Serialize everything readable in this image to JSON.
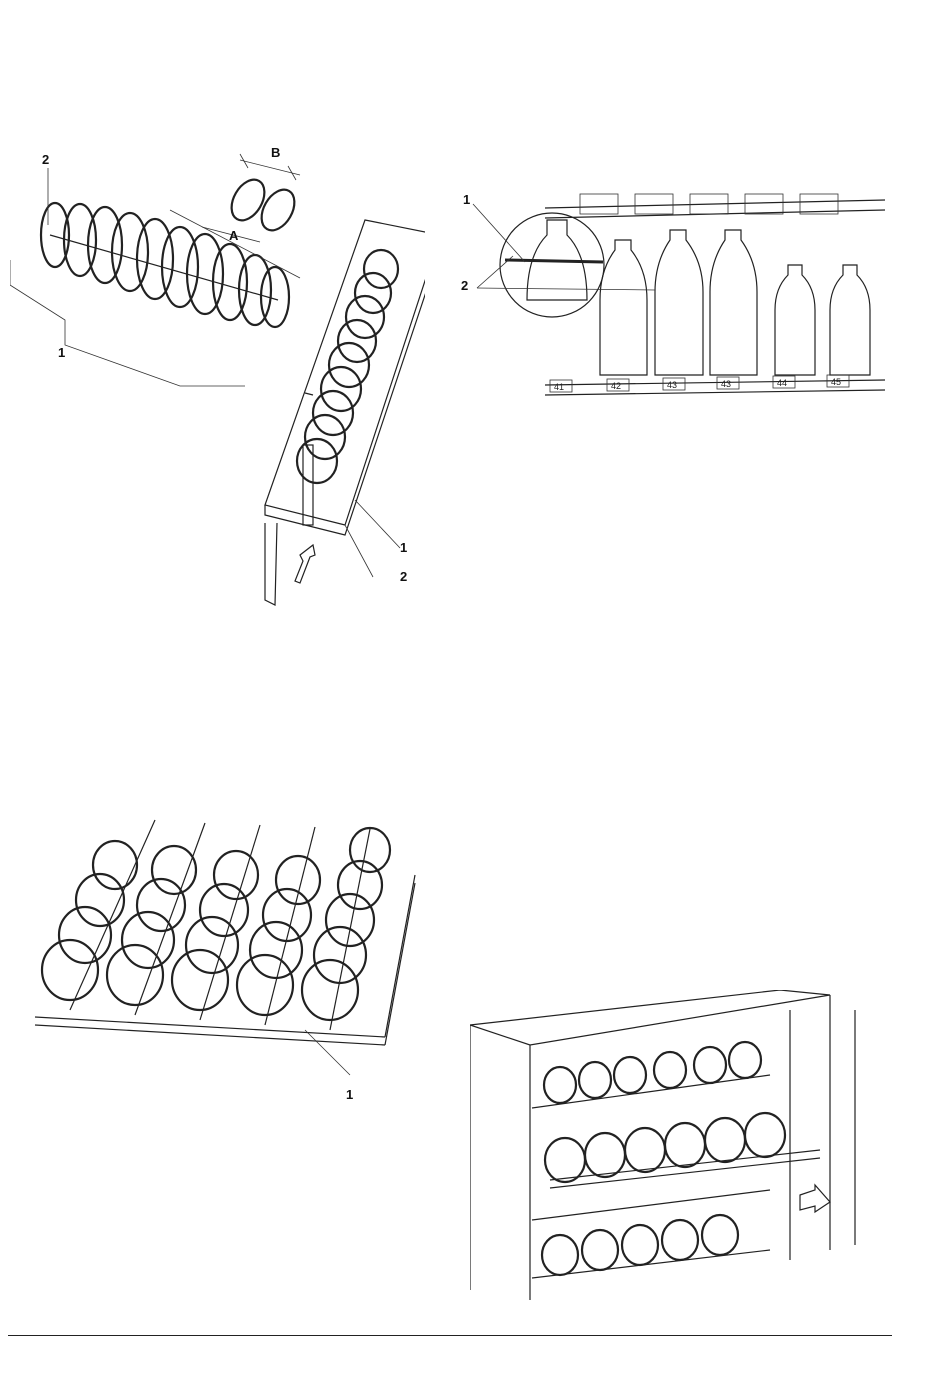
{
  "figures": {
    "spiral_detail": {
      "callouts": [
        "2",
        "B",
        "A",
        "1"
      ]
    },
    "tray_insert": {
      "callouts": [
        "1",
        "2"
      ]
    },
    "bottle_tray": {
      "callouts": [
        "1",
        "2"
      ],
      "slot_numbers": [
        "41",
        "42",
        "43",
        "43",
        "44",
        "45"
      ]
    },
    "tray_row": {
      "callouts": [
        "1"
      ]
    },
    "cabinet": {
      "callouts": []
    }
  }
}
